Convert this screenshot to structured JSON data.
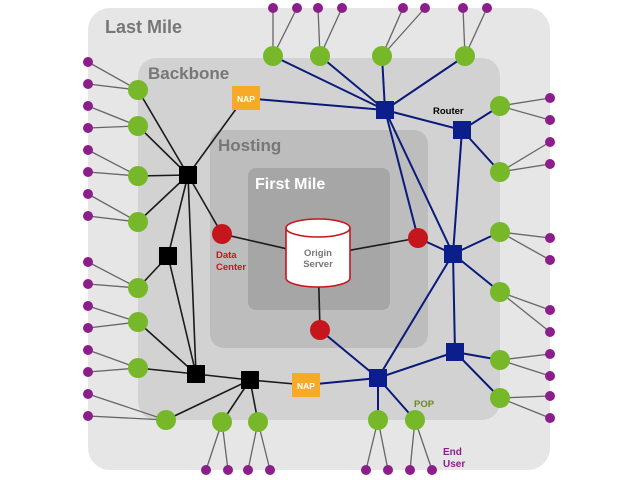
{
  "zones": {
    "last_mile": "Last Mile",
    "backbone": "Backbone",
    "hosting": "Hosting",
    "first_mile": "First Mile"
  },
  "labels": {
    "router": "Router",
    "data_center_line1": "Data",
    "data_center_line2": "Center",
    "origin_line1": "Origin",
    "origin_line2": "Server",
    "pop": "POP",
    "end_user_line1": "End",
    "end_user_line2": "User",
    "nap_top": "NAP",
    "nap_bottom": "NAP"
  },
  "colors": {
    "last_mile_zone": "#e6e6e6",
    "backbone_zone": "#cfcfcf",
    "hosting_zone": "#b8b8b8",
    "first_mile_zone": "#a3a3a3",
    "zone_text": "#777777",
    "zone_text_light": "#ffffff",
    "black_link": "#1a1a1a",
    "blue_link": "#0a1a7a",
    "blue_router": "#0b1e8c",
    "black_router": "#000000",
    "nap": "#f7a928",
    "edge_node": "#77b82a",
    "end_user": "#8c1e8c",
    "data_center": "#c4161c",
    "data_center_text": "#c4161c",
    "pop_text": "#6a8a1f",
    "end_user_text": "#8c1e8c"
  }
}
